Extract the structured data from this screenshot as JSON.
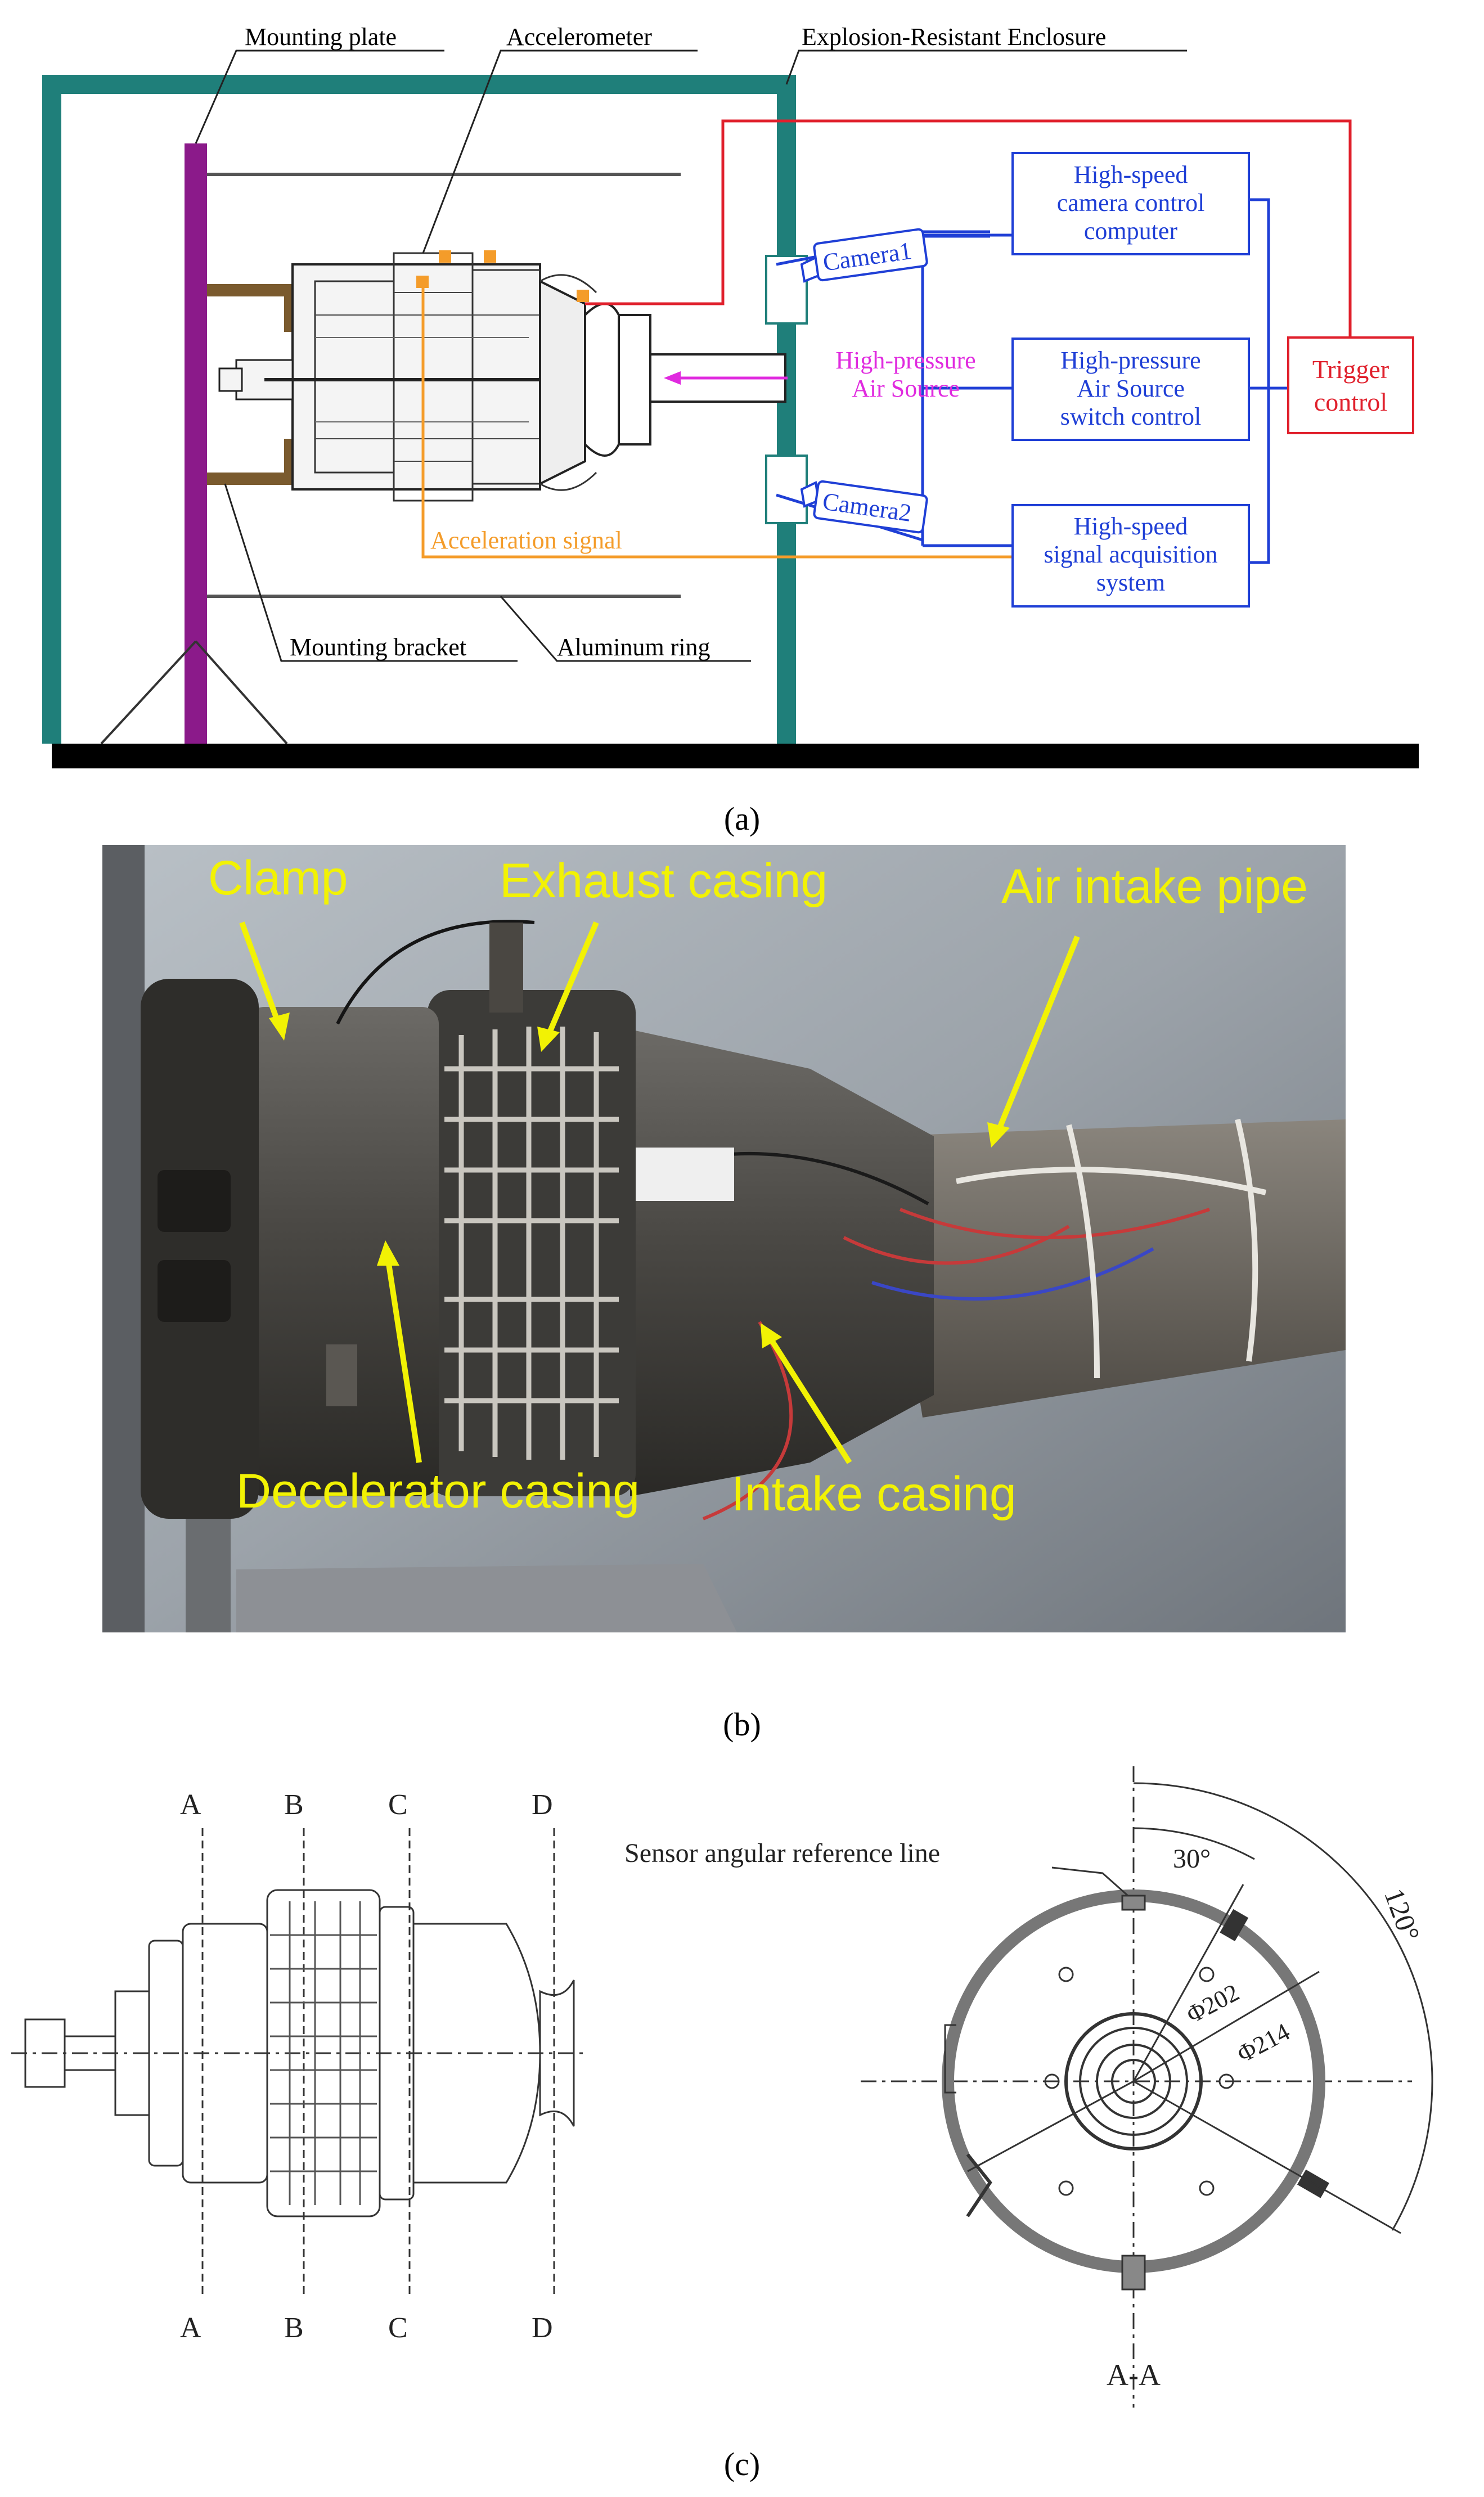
{
  "panel_a": {
    "label": "(a)",
    "labels": {
      "mounting_plate": "Mounting plate",
      "accelerometer": "Accelerometer",
      "enclosure": "Explosion-Resistant Enclosure",
      "mounting_bracket": "Mounting bracket",
      "aluminum_ring": "Aluminum ring",
      "camera1": "Camera1",
      "camera2": "Camera2",
      "air_source_line1": "High-pressure",
      "air_source_line2": "Air Source",
      "accel_signal": "Acceleration signal",
      "trigger_line1": "Trigger",
      "trigger_line2": "control"
    },
    "boxes": {
      "camera_ctrl": [
        "High-speed",
        "camera control",
        "computer"
      ],
      "air_switch": [
        "High-pressure",
        "Air Source",
        "switch control"
      ],
      "acquisition": [
        "High-speed",
        "signal acquisition",
        "system"
      ]
    },
    "colors": {
      "enclosure": "#1f7f7a",
      "mounting_plate": "#8b1a8a",
      "blue": "#1f3fd6",
      "red": "#e0202c",
      "magenta": "#e02adf",
      "orange": "#f49c2a"
    }
  },
  "panel_b": {
    "label": "(b)",
    "labels": {
      "clamp": "Clamp",
      "exhaust_casing": "Exhaust casing",
      "air_intake_pipe": "Air intake pipe",
      "decelerator_casing": "Decelerator casing",
      "intake_casing": "Intake casing"
    },
    "colors": {
      "annotation": "#f2f204"
    }
  },
  "panel_c": {
    "label": "(c)",
    "section_letters": [
      "A",
      "B",
      "C",
      "D"
    ],
    "sensor_ref": "Sensor angular reference line",
    "angle_30": "30°",
    "angle_120": "120°",
    "dia_202": "Φ202",
    "dia_214": "Φ214",
    "section_view": "A-A"
  }
}
